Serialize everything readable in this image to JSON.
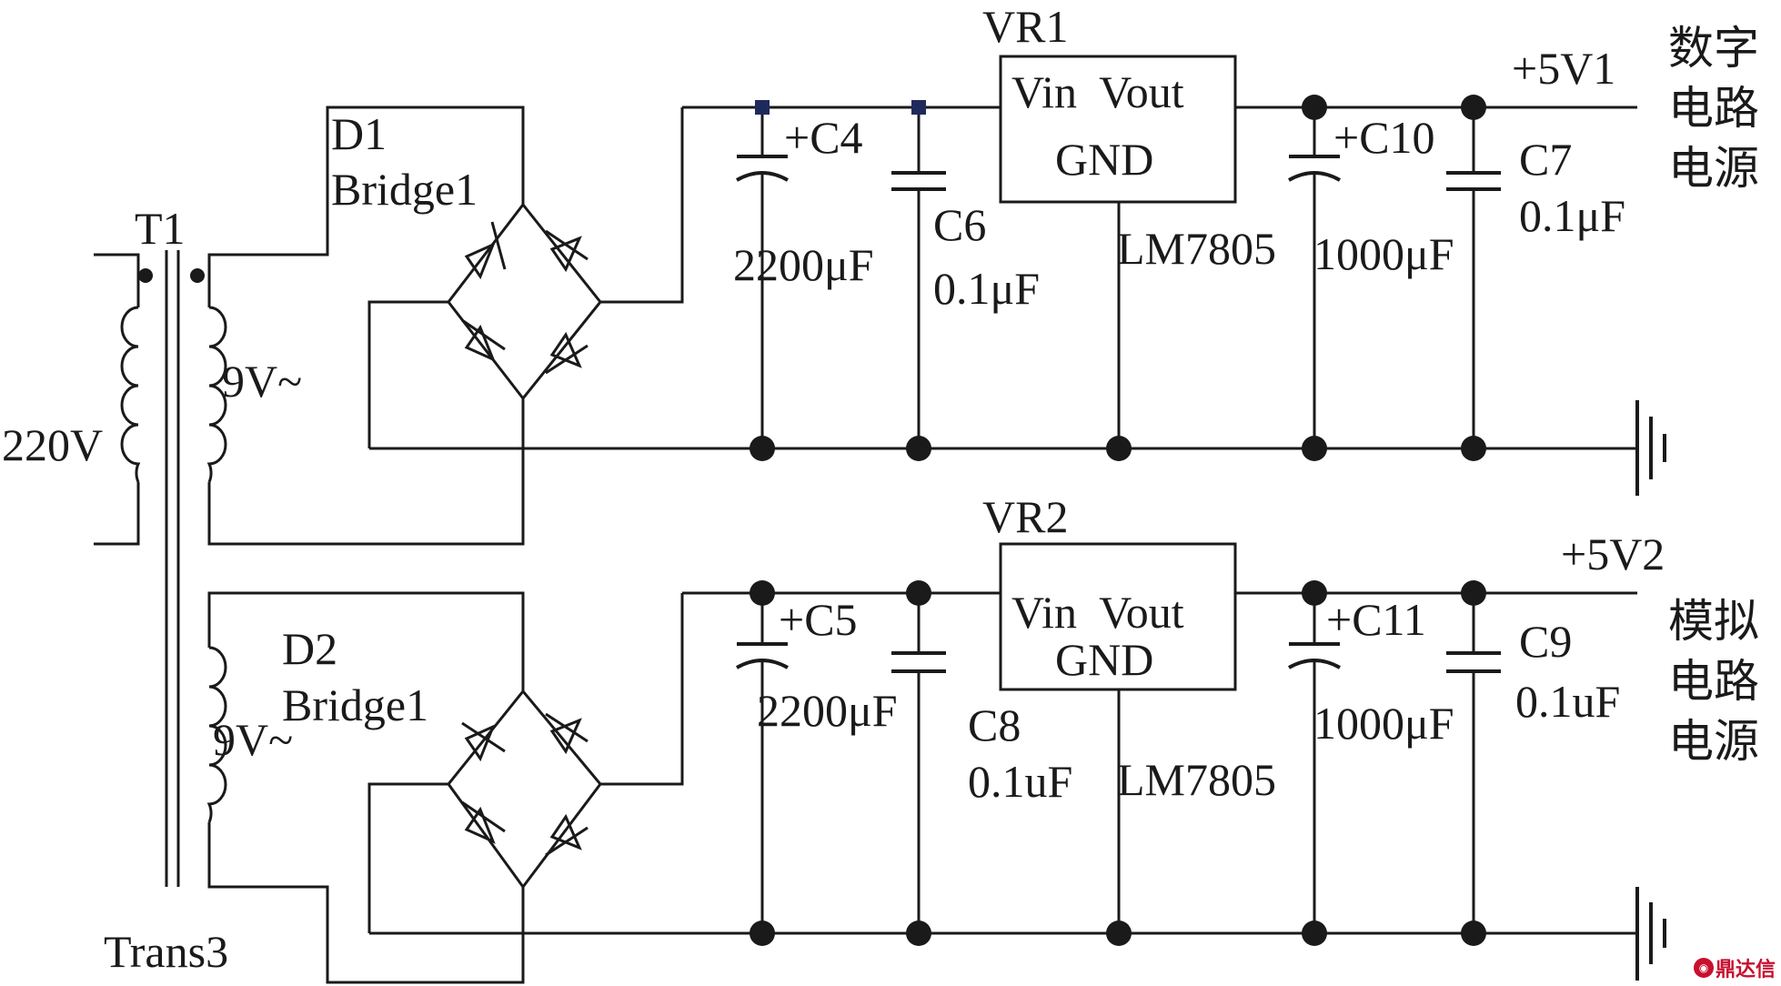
{
  "transformer": {
    "ref": "T1",
    "primary_voltage": "220V",
    "secondary_top": "9V~",
    "secondary_bottom": "9V~",
    "model": "Trans3"
  },
  "bridges": [
    {
      "ref": "D1",
      "model": "Bridge1"
    },
    {
      "ref": "D2",
      "model": "Bridge1"
    }
  ],
  "regulators": [
    {
      "ref": "VR1",
      "pin_in_out": "Vin  Vout",
      "pin_gnd": "GND",
      "model": "LM7805"
    },
    {
      "ref": "VR2",
      "pin_in_out": "Vin  Vout",
      "pin_gnd": "GND",
      "model": "LM7805"
    }
  ],
  "capacitors": {
    "c4": "+C4",
    "c4_val": "2200μF",
    "c6": "C6",
    "c6_val": "0.1μF",
    "c10": "+C10",
    "c10_val": "1000μF",
    "c7": "C7",
    "c7_val": "0.1μF",
    "c5": "+C5",
    "c5_val": "2200μF",
    "c8": "C8",
    "c8_val": "0.1uF",
    "c11": "+C11",
    "c11_val": "1000μF",
    "c9": "C9",
    "c9_val": "0.1uF"
  },
  "outputs": [
    {
      "rail": "+5V1",
      "desc_lines": [
        "数字",
        "电路",
        "电源"
      ]
    },
    {
      "rail": "+5V2",
      "desc_lines": [
        "模拟",
        "电路",
        "电源"
      ]
    }
  ],
  "watermark": "鼎达信",
  "colors": {
    "wire": "#1a1a1a",
    "marker": "#1f2a5c",
    "watermark": "#c8102e"
  }
}
